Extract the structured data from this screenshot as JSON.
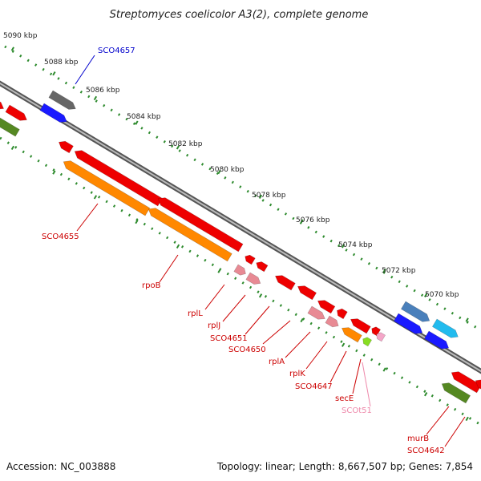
{
  "title": "Streptomyces coelicolor A3(2), complete genome",
  "accession_label": "Accession: NC_003888",
  "topology_label": "Topology: linear; Length: 8,667,507 bp; Genes: 7,854",
  "ruler_ticks": [
    "5090 kbp",
    "5088 kbp",
    "5086 kbp",
    "5084 kbp",
    "5082 kbp",
    "5080 kbp",
    "5078 kbp",
    "5076 kbp",
    "5074 kbp",
    "5072 kbp",
    "5070 kbp"
  ],
  "gene_labels": [
    {
      "text": "SCO4657",
      "color": "#0000cc"
    },
    {
      "text": "SCO4655",
      "color": "#cc0000"
    },
    {
      "text": "rpoB",
      "color": "#cc0000"
    },
    {
      "text": "rplL",
      "color": "#cc0000"
    },
    {
      "text": "rplJ",
      "color": "#cc0000"
    },
    {
      "text": "SCO4651",
      "color": "#cc0000"
    },
    {
      "text": "SCO4650",
      "color": "#cc0000"
    },
    {
      "text": "rplA",
      "color": "#cc0000"
    },
    {
      "text": "rplK",
      "color": "#cc0000"
    },
    {
      "text": "SCO4647",
      "color": "#cc0000"
    },
    {
      "text": "secE",
      "color": "#cc0000"
    },
    {
      "text": "SCOt51",
      "color": "#ee88aa"
    },
    {
      "text": "murB",
      "color": "#cc0000"
    },
    {
      "text": "SCO4642",
      "color": "#cc0000"
    }
  ],
  "colors": {
    "red": "#ee0000",
    "light_red": "#e88a94",
    "orange": "#ff8800",
    "blue": "#1a1aff",
    "steel_blue": "#4a80bb",
    "cyan": "#22bbee",
    "gray": "#666666",
    "olive": "#558822",
    "lime": "#88dd22",
    "pink": "#f4a6c8",
    "dotted": "#2e8b2e",
    "backbone": "#808080"
  }
}
